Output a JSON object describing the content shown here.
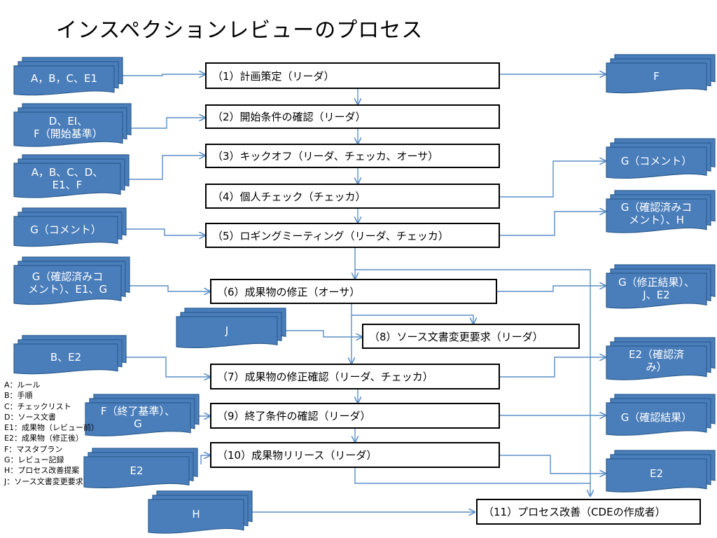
{
  "title": "インスペクションレビューのプロセス",
  "processes": [
    {
      "id": "p1",
      "label": "（1）計画策定（リーダ）"
    },
    {
      "id": "p2",
      "label": "（2）開始条件の確認（リーダ）"
    },
    {
      "id": "p3",
      "label": "（3）キックオフ（リーダ、チェッカ、オーサ）"
    },
    {
      "id": "p4",
      "label": "（4）個人チェック（チェッカ）"
    },
    {
      "id": "p5",
      "label": "（5）ロギングミーティング（リーダ、チェッカ）"
    },
    {
      "id": "p6",
      "label": "（6）成果物の修正（オーサ）"
    },
    {
      "id": "p8",
      "label": "（8）ソース文書変更要求（リーダ）"
    },
    {
      "id": "p7",
      "label": "（7）成果物の修正確認（リーダ、チェッカ）"
    },
    {
      "id": "p9",
      "label": "（9）終了条件の確認（リーダ）"
    },
    {
      "id": "p10",
      "label": "（10）成果物リリース（リーダ）"
    },
    {
      "id": "p11",
      "label": "（11）プロセス改善（CDEの作成者）"
    }
  ],
  "inputs": [
    {
      "id": "in1",
      "label": "A，B，C、E1"
    },
    {
      "id": "in2",
      "label": "D、EI、\nF（開始基準）"
    },
    {
      "id": "in3",
      "label": "A，B、C、D、\nE1、F"
    },
    {
      "id": "in5",
      "label": "G（コメント）"
    },
    {
      "id": "in6",
      "label": "G（確認済みコ\nメント）、E1、G"
    },
    {
      "id": "inJ",
      "label": "J"
    },
    {
      "id": "in7",
      "label": "B、E2"
    },
    {
      "id": "in9",
      "label": "F（終了基準）、\nG"
    },
    {
      "id": "in10",
      "label": "E2"
    },
    {
      "id": "inH",
      "label": "H"
    }
  ],
  "outputs": [
    {
      "id": "out1",
      "label": "F"
    },
    {
      "id": "out4",
      "label": "G（コメント）"
    },
    {
      "id": "out5",
      "label": "G（確認済みコ\nメント）、H"
    },
    {
      "id": "out6",
      "label": "G（修正結果）、\nJ、E2"
    },
    {
      "id": "out7",
      "label": "E2（確認済\nみ）"
    },
    {
      "id": "out9",
      "label": "G（確認結果）"
    },
    {
      "id": "out10",
      "label": "E2"
    }
  ],
  "legend": [
    "A：ルール",
    "B：手順",
    "C：チェックリスト",
    "D：ソース文書",
    "E1：成果物（レビュー前）",
    "E2：成果物（修正後）",
    "F：マスタプラン",
    "G：レビュー記録",
    "H：プロセス改善提案",
    "J：ソース文書変更要求"
  ],
  "colors": {
    "doc_fill": "#4a7ebb",
    "doc_stroke": "#2c5d8f",
    "line": "#5b8ec6",
    "text_on_doc": "#ffffff"
  }
}
